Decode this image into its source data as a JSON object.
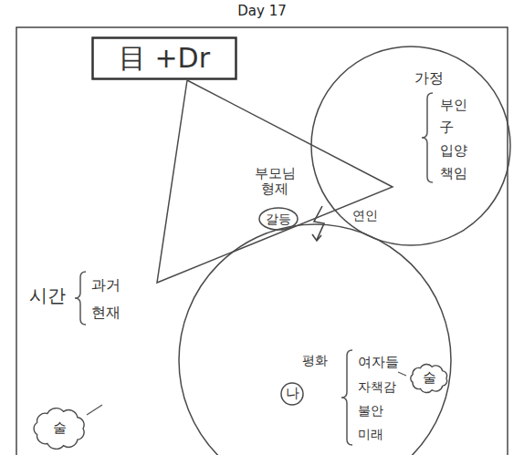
{
  "diagram": {
    "title": "Day 17",
    "nodes": [
      {
        "text": [
          "目 +Dr"
        ]
      },
      {
        "text": [
          "부모님 형제"
        ]
      },
      {
        "text": [
          "갈등"
        ],
        "in": 1
      },
      {
        "text": [
          "가정",
          "부인",
          "子",
          "입양",
          "책임"
        ]
      },
      {
        "text": [
          "여자들",
          "자책감",
          "불안",
          "미래",
          "평화"
        ]
      },
      {
        "text": [
          "나"
        ],
        "in": 4
      },
      {
        "text": [
          "술"
        ]
      },
      {
        "text": [
          "술"
        ]
      }
    ],
    "labels": [
      "시간",
      "과거",
      "현재",
      "연인"
    ]
  }
}
